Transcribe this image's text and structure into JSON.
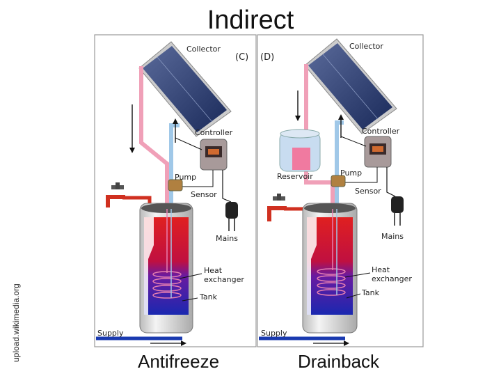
{
  "slide": {
    "title": "Indirect",
    "caption_left": "Antifreeze",
    "caption_right": "Drainback",
    "side_credit": "upload.wikimedia.org"
  },
  "diagram_c": {
    "tag": "(C)",
    "collector": "Collector",
    "controller": "Controller",
    "pump": "Pump",
    "sensor": "Sensor",
    "mains": "Mains",
    "heat_exchanger_line1": "Heat",
    "heat_exchanger_line2": "exchanger",
    "tank": "Tank",
    "supply": "Supply"
  },
  "diagram_d": {
    "tag": "(D)",
    "collector": "Collector",
    "controller": "Controller",
    "reservoir": "Reservoir",
    "pump": "Pump",
    "sensor": "Sensor",
    "mains": "Mains",
    "heat_exchanger_line1": "Heat",
    "heat_exchanger_line2": "exchanger",
    "tank": "Tank",
    "supply": "Supply"
  },
  "colors": {
    "hot": "#e03030",
    "cold": "#1a3ab0",
    "pink_pipe": "#f0a0b8",
    "blue_pipe": "#a0c8e8",
    "panel": "#2a3a6a",
    "frame": "#999999"
  }
}
